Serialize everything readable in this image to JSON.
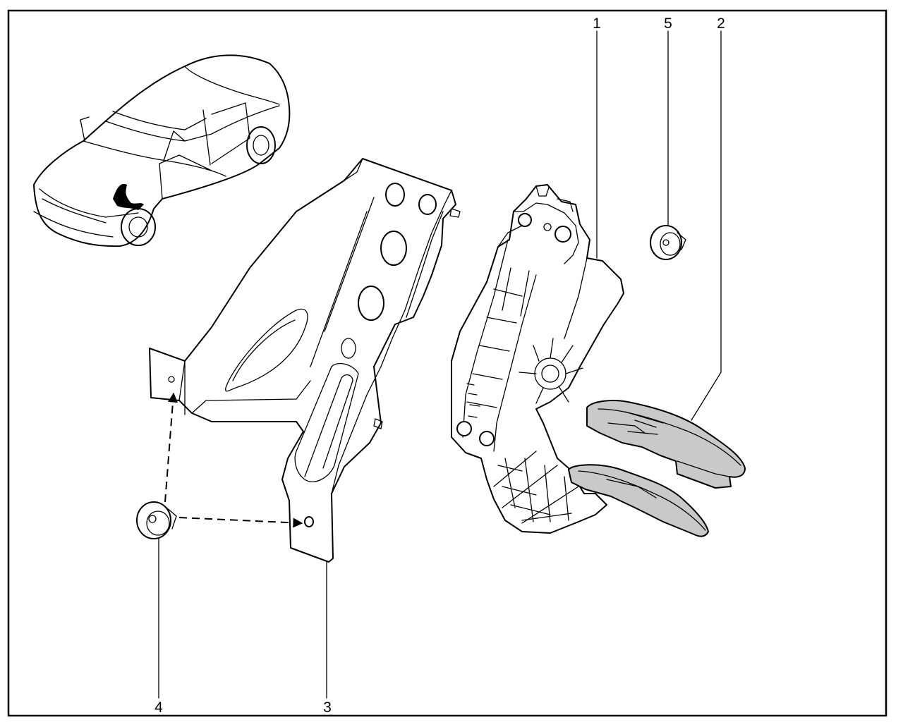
{
  "callouts": [
    {
      "id": "1",
      "label": "1"
    },
    {
      "id": "2",
      "label": "2"
    },
    {
      "id": "3",
      "label": "3"
    },
    {
      "id": "4",
      "label": "4"
    },
    {
      "id": "5",
      "label": "5"
    }
  ],
  "style": {
    "line_color": "#000000",
    "background": "#ffffff",
    "tread_fill": "#c9c9c9"
  }
}
